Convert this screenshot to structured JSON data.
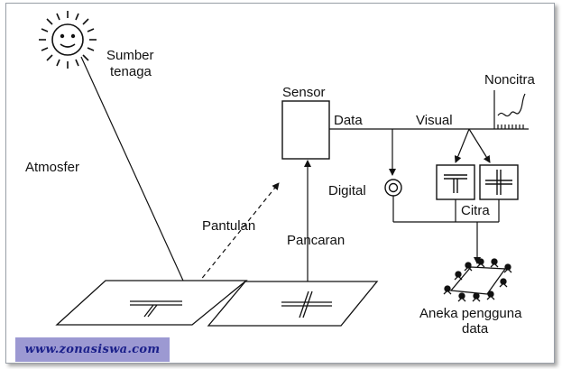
{
  "labels": {
    "energy_source": [
      "Sumber",
      "tenaga"
    ],
    "atmosphere": "Atmosfer",
    "sensor": "Sensor",
    "data": "Data",
    "visual": "Visual",
    "non_image": "Noncitra",
    "digital": "Digital",
    "image": "Citra",
    "reflection": "Pantulan",
    "emission": "Pancaran",
    "data_users": [
      "Aneka pengguna",
      "data"
    ]
  },
  "watermark": "www.zonasiswa.com",
  "colors": {
    "ink": "#111111",
    "watermark_bg": "#9c99d2",
    "watermark_text": "#1a1f8a",
    "frame": "#9aa0a8"
  }
}
